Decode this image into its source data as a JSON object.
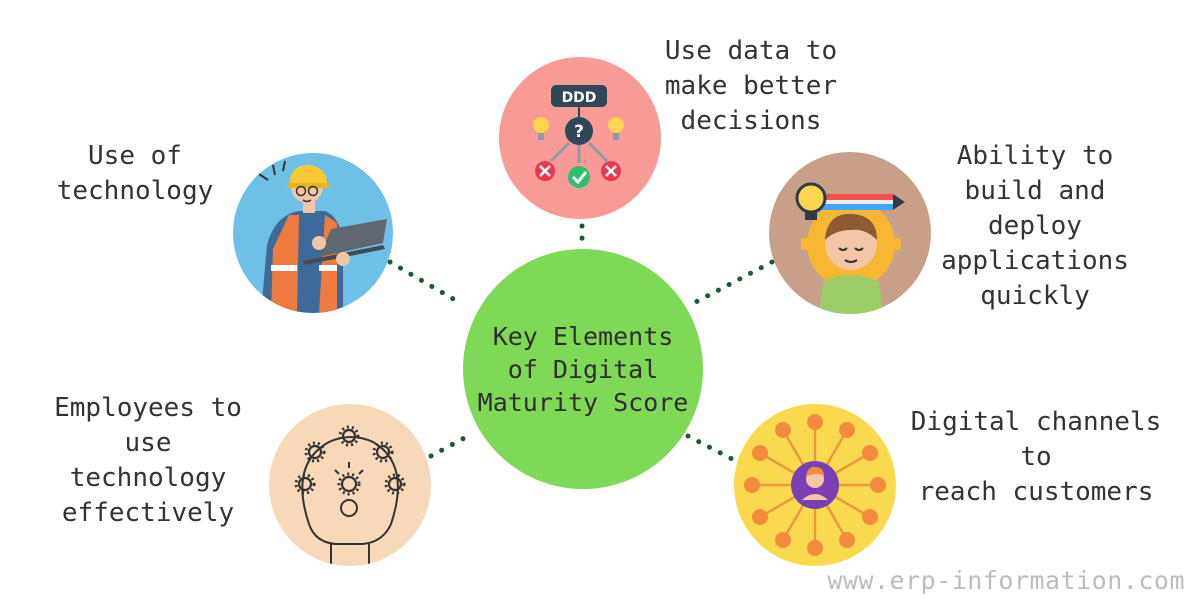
{
  "center": {
    "title": "Key Elements\nof Digital\nMaturity Score"
  },
  "nodes": [
    {
      "id": "data",
      "caption": "Use data to\nmake better\ndecisions",
      "color": "#f89b96",
      "icon": "decision-tree-icon"
    },
    {
      "id": "tech",
      "caption": "Use of\ntechnology",
      "color": "#6fc0e6",
      "icon": "worker-with-laptop-icon"
    },
    {
      "id": "deploy",
      "caption": "Ability to\nbuild and\ndeploy\napplications\nquickly",
      "color": "#c8a08a",
      "icon": "developer-idea-icon"
    },
    {
      "id": "employees",
      "caption": "Employees to\nuse\ntechnology\neffectively",
      "color": "#f5d9b8",
      "icon": "person-gears-icon"
    },
    {
      "id": "channels",
      "caption": "Digital channels\nto\nreach customers",
      "color": "#fbd94e",
      "icon": "customer-network-icon"
    }
  ],
  "decision_icon": {
    "box_label": "DDD",
    "question_mark": "?"
  },
  "center_color": "#7ed957",
  "connector_color": "#1e5a2b",
  "watermark": "www.erp-information.com"
}
